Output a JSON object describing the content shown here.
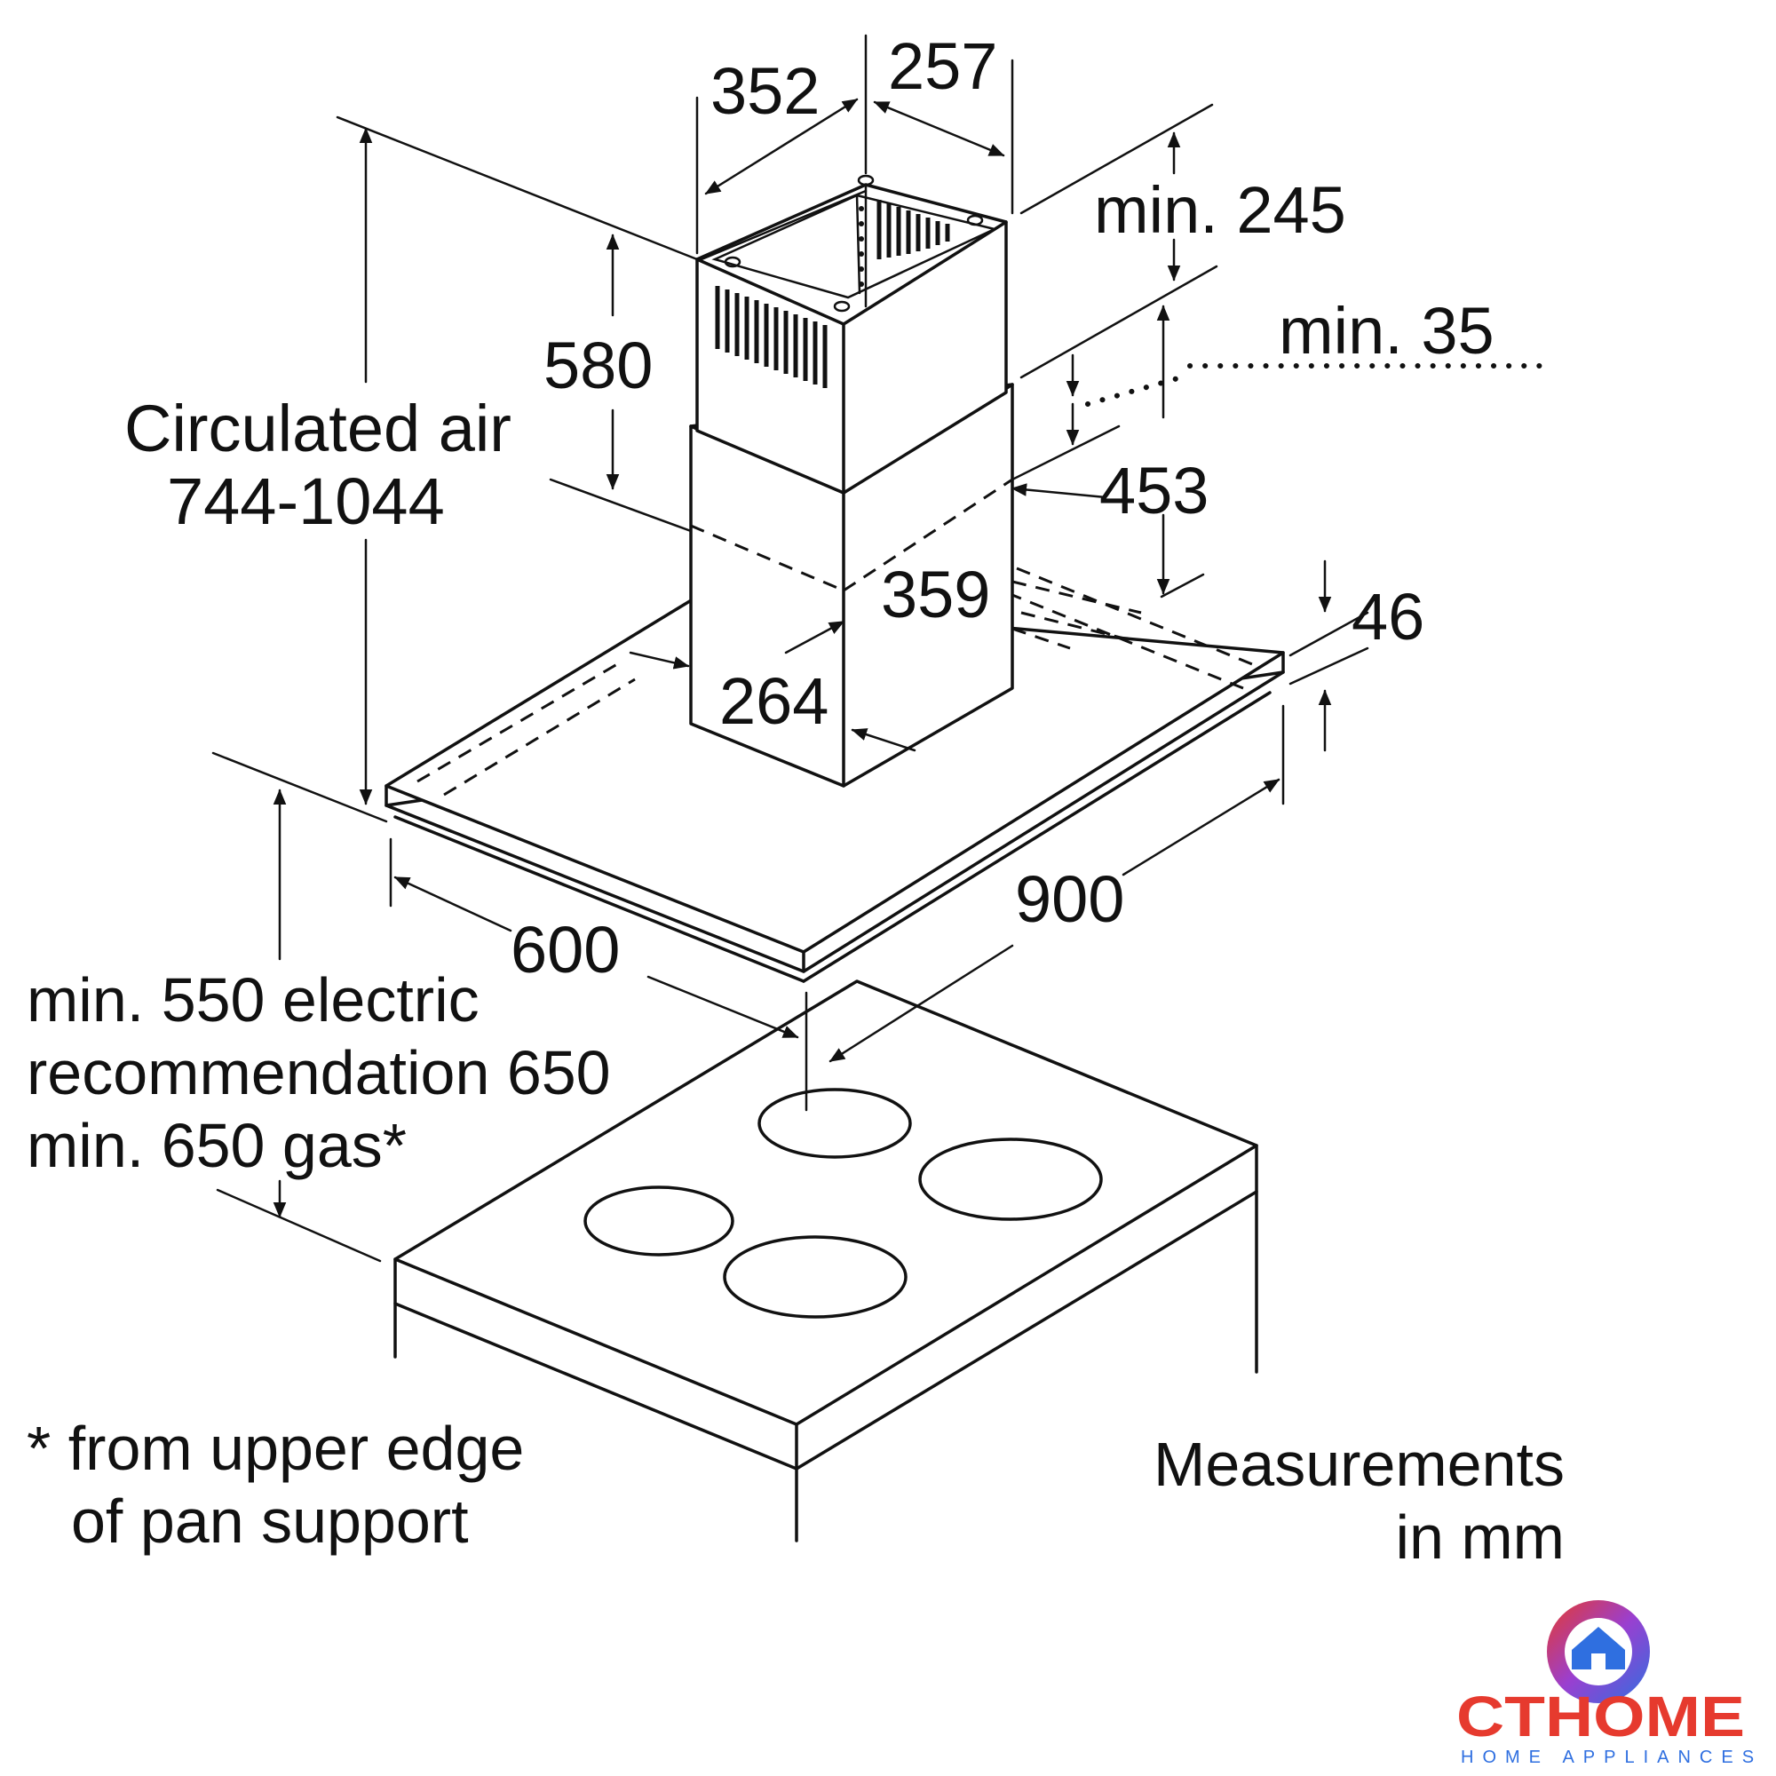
{
  "dimensions": {
    "chimney_width": "352",
    "chimney_depth": "257",
    "min_top_clearance": "min. 245",
    "min_overlap": "min. 35",
    "chimney_upper_height": "580",
    "circulated_air_label": "Circulated air",
    "circulated_air_range": "744-1044",
    "chimney_lower_height": "453",
    "inner_width": "359",
    "inner_depth": "264",
    "hood_thickness": "46",
    "hood_width": "900",
    "hood_depth": "600"
  },
  "clearance_notes": [
    "min. 550 electric",
    "recommendation 650",
    "min. 650 gas*"
  ],
  "footnote": [
    "* from upper edge",
    "of pan support"
  ],
  "units_note": [
    "Measurements",
    "in mm"
  ],
  "logo": {
    "brand": "CTHOME",
    "tagline": "HOME APPLIANCES",
    "colors": {
      "blue": "#2f6fe0",
      "red": "#e63a2e",
      "text_red": "#e63a2e",
      "text_blue": "#2f6fe0"
    }
  }
}
